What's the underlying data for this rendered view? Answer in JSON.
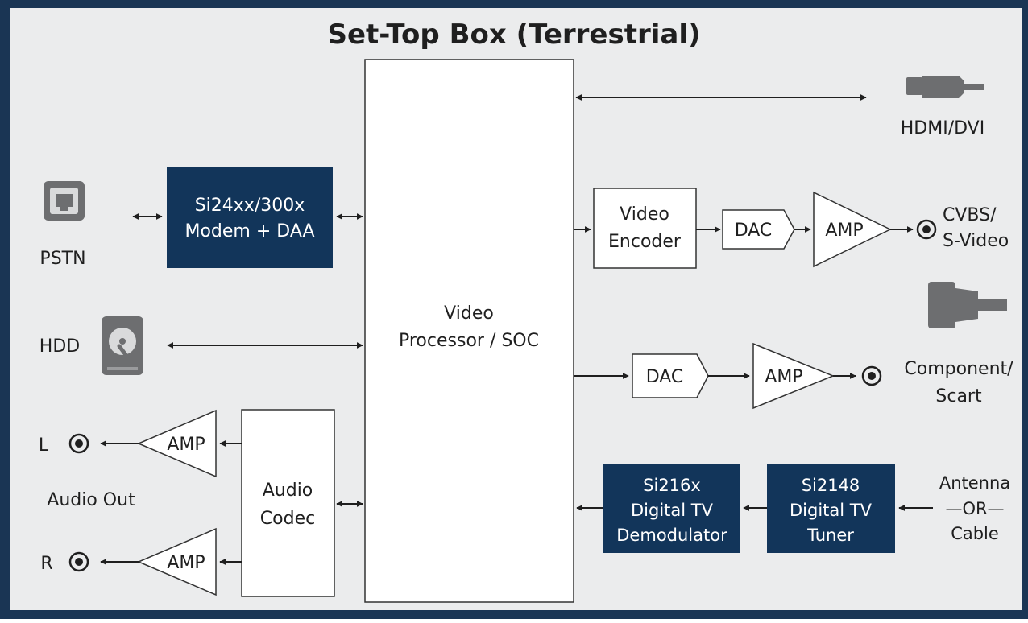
{
  "title": "Set-Top Box (Terrestrial)",
  "colors": {
    "frame": "#1a3554",
    "panel": "#ebeced",
    "chip": "#12355a",
    "white_block": "#ffffff",
    "line": "#1f1f1f"
  },
  "blocks": {
    "soc": [
      "Video",
      "Processor / SOC"
    ],
    "modem": [
      "Si24xx/300x",
      "Modem + DAA"
    ],
    "video_encoder": [
      "Video",
      "Encoder"
    ],
    "dac_top": "DAC",
    "amp_top": "AMP",
    "dac_mid": "DAC",
    "amp_mid": "AMP",
    "audio_codec": [
      "Audio",
      "Codec"
    ],
    "amp_left": "AMP",
    "amp_right": "AMP",
    "demod": [
      "Si216x",
      "Digital TV",
      "Demodulator"
    ],
    "tuner": [
      "Si2148",
      "Digital TV",
      "Tuner"
    ]
  },
  "labels": {
    "pstn": "PSTN",
    "hdd": "HDD",
    "hdmi": "HDMI/DVI",
    "cvbs": [
      "CVBS/",
      "S-Video"
    ],
    "component": [
      "Component/",
      "Scart"
    ],
    "audio_l": "L",
    "audio_r": "R",
    "audio_out": "Audio Out",
    "antenna": [
      "Antenna",
      "—OR—",
      "Cable"
    ]
  },
  "icons": [
    "ethernet-port-icon",
    "hard-drive-icon",
    "hdmi-plug-icon",
    "vga-connector-icon",
    "rca-jack-icon"
  ]
}
